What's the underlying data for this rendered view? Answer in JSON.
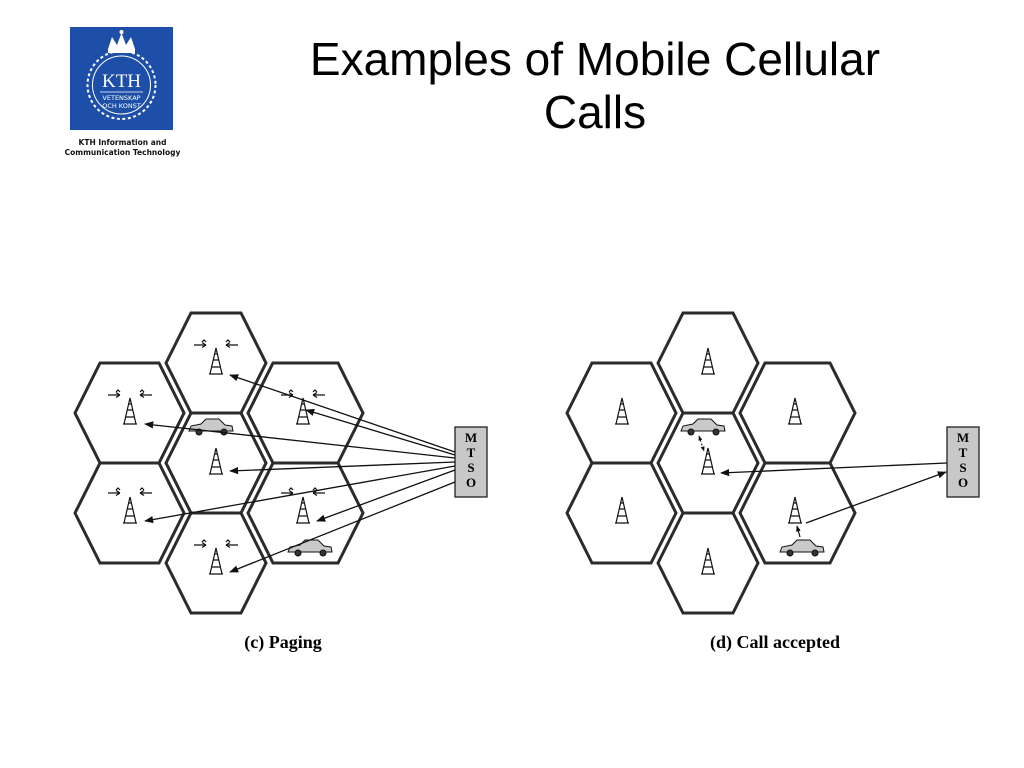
{
  "slide": {
    "title_line1": "Examples of Mobile Cellular",
    "title_line2": "Calls"
  },
  "logo": {
    "main_text": "KTH",
    "sub_line1": "VETENSKAP",
    "sub_line2": "OCH KONST",
    "caption_line1": "KTH Information and",
    "caption_line2": "Communication Technology",
    "color": "#1e4fa8"
  },
  "diagrams": [
    {
      "caption": "(c) Paging",
      "mtso_letters": [
        "M",
        "T",
        "S",
        "O"
      ],
      "signal_icons": true,
      "cars_in_cells": [
        "center",
        "bottom-right"
      ]
    },
    {
      "caption": "(d) Call accepted",
      "mtso_letters": [
        "M",
        "T",
        "S",
        "O"
      ],
      "signal_icons": false,
      "cars_in_cells": [
        "center",
        "bottom-right"
      ]
    }
  ],
  "icons": [
    "tower-icon",
    "car-icon",
    "signal-icon"
  ]
}
